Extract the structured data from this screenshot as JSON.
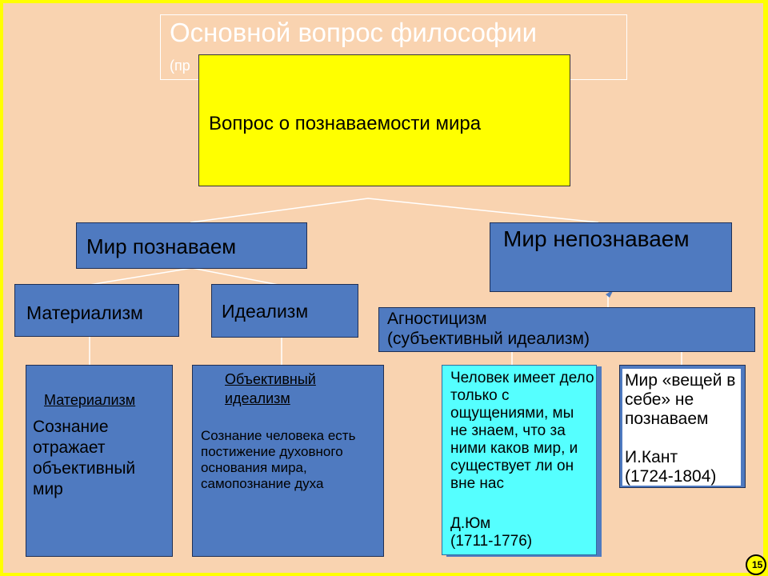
{
  "title": {
    "main": "Основной вопрос философии",
    "sub_fragment": "(пр"
  },
  "nodes": {
    "question": "Вопрос о познаваемости мира",
    "knowable": "Мир познаваем",
    "unknowable": "Мир непознаваем",
    "materialism": "Материализм",
    "idealism": "Идеализм",
    "agnosticism_line1": "Агностицизм",
    "agnosticism_line2": "(субъективный идеализм)",
    "materialism_detail_heading": "Материализм",
    "materialism_detail_text": "Сознание отражает объективный мир",
    "objective_idealism_heading": "Объективный идеализм",
    "objective_idealism_text": "Сознание человека есть постижение духовного основания мира, самопознание духа",
    "hume_text": "Человек имеет дело только с ощущениями, мы не знаем, что за ними каков мир, и существует ли он вне нас",
    "hume_name": "Д.Юм",
    "hume_years": "(1711-1776)",
    "kant_text": "Мир «вещей в себе» не познаваем",
    "kant_name": "И.Кант",
    "kant_years": "(1724-1804)"
  },
  "page_number": "15",
  "colors": {
    "background": "#f9d3b0",
    "frame": "#ffff00",
    "node_blue": "#4f7ac0",
    "question_yellow": "#ffff00",
    "hume_cyan": "#55ffff",
    "kant_white": "#ffffff",
    "title_text": "#ffffff"
  }
}
